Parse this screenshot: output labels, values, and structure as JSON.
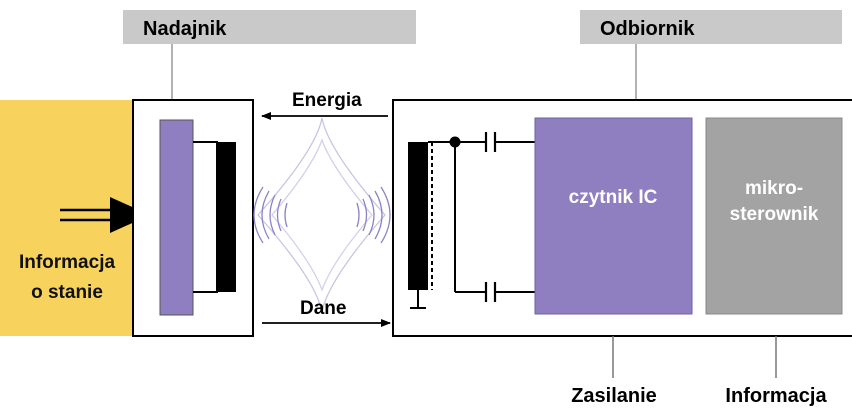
{
  "labels": {
    "transmitter": "Nadajnik",
    "receiver": "Odbiornik",
    "energy": "Energia",
    "data": "Dane",
    "status_line1": "Informacja",
    "status_line2": "o stanie",
    "reader_ic": "czytnik IC",
    "mcu_line1": "mikro-",
    "mcu_line2": "sterownik",
    "power": "Zasilanie",
    "information": "Informacja"
  },
  "colors": {
    "header_bar": "#c9c9c9",
    "status_panel": "#f7d35e",
    "purple": "#8f7fc0",
    "gray_block": "#a3a3a3",
    "line": "#000000",
    "wave": "#8c84c8"
  },
  "icons": {
    "arrow_in": "double-arrow-right-icon",
    "energy_arrow": "arrow-left-icon",
    "data_arrow": "arrow-right-icon",
    "waves": "wireless-waves-icon",
    "coil": "coil-icon",
    "capacitor": "capacitor-icon"
  }
}
